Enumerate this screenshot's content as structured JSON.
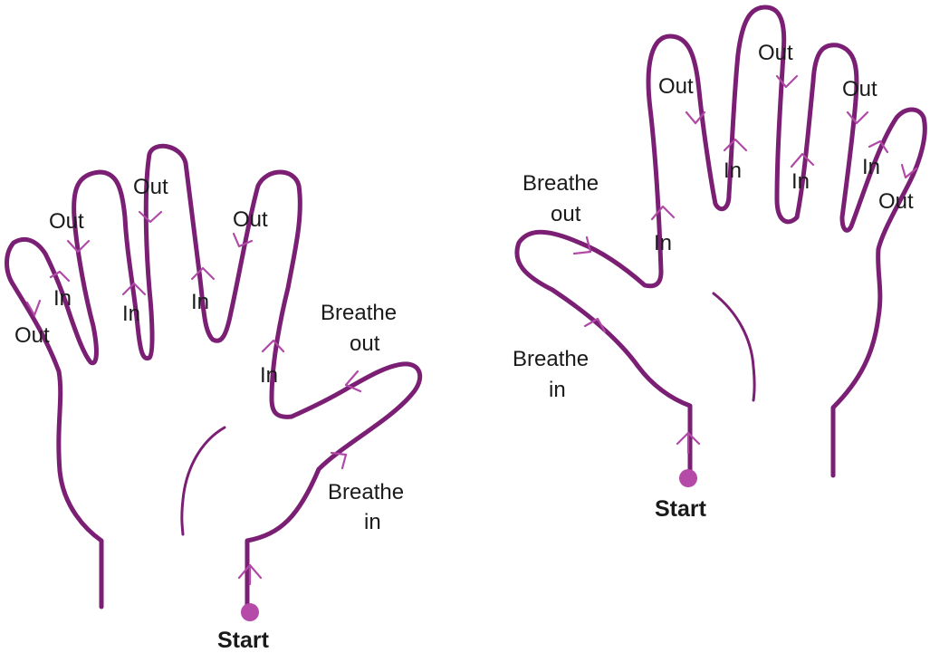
{
  "colors": {
    "outline": "#7a1f74",
    "arrow": "#b04aa6",
    "dot": "#b54aa8",
    "text": "#1a1a1a"
  },
  "left_hand": {
    "start": "Start",
    "breathe_in": [
      "Breathe",
      "in"
    ],
    "breathe_out": [
      "Breathe",
      "out"
    ],
    "index_in": "In",
    "index_out": "Out",
    "middle_in": "In",
    "middle_out": "Out",
    "ring_in": "In",
    "ring_out": "Out",
    "pinky_in": "In",
    "pinky_out": "Out"
  },
  "right_hand": {
    "start": "Start",
    "breathe_in": [
      "Breathe",
      "in"
    ],
    "breathe_out": [
      "Breathe",
      "out"
    ],
    "index_in": "In",
    "index_out": "Out",
    "middle_in": "In",
    "middle_out": "Out",
    "ring_in": "In",
    "ring_out": "Out",
    "pinky_in": "In",
    "pinky_out": "Out"
  }
}
